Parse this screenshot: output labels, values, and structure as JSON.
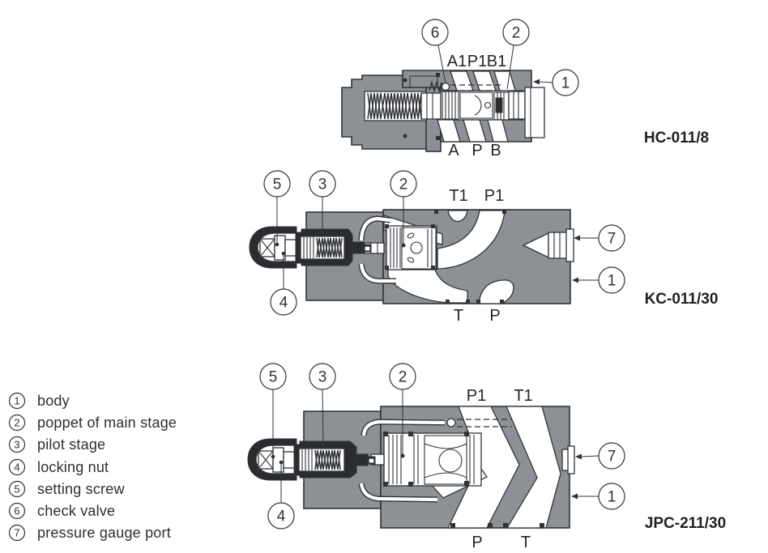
{
  "colors": {
    "background": "#ffffff",
    "body_gray": "#8d9196",
    "line": "#303338",
    "dark": "#2a2c2f"
  },
  "legend": {
    "items": [
      {
        "num": "1",
        "label": "body"
      },
      {
        "num": "2",
        "label": "poppet of main stage"
      },
      {
        "num": "3",
        "label": "pilot stage"
      },
      {
        "num": "4",
        "label": "locking nut"
      },
      {
        "num": "5",
        "label": "setting screw"
      },
      {
        "num": "6",
        "label": "check valve"
      },
      {
        "num": "7",
        "label": "pressure gauge port"
      }
    ]
  },
  "diagrams": {
    "hc": {
      "title": "HC-011/8",
      "ports_top": [
        "A1",
        "P1",
        "B1"
      ],
      "ports_bottom": [
        "A",
        "P",
        "B"
      ],
      "callouts": {
        "c6": "6",
        "c2": "2",
        "c1": "1"
      }
    },
    "kc": {
      "title": "KC-011/30",
      "ports_top": [
        "T1",
        "P1"
      ],
      "ports_bottom": [
        "T",
        "P"
      ],
      "callouts": {
        "c5": "5",
        "c3": "3",
        "c2": "2",
        "c4": "4",
        "c7": "7",
        "c1": "1"
      }
    },
    "jpc": {
      "title": "JPC-211/30",
      "ports_top": [
        "P1",
        "T1"
      ],
      "ports_bottom": [
        "P",
        "T"
      ],
      "callouts": {
        "c5": "5",
        "c3": "3",
        "c2": "2",
        "c4": "4",
        "c7": "7",
        "c1": "1"
      }
    }
  }
}
